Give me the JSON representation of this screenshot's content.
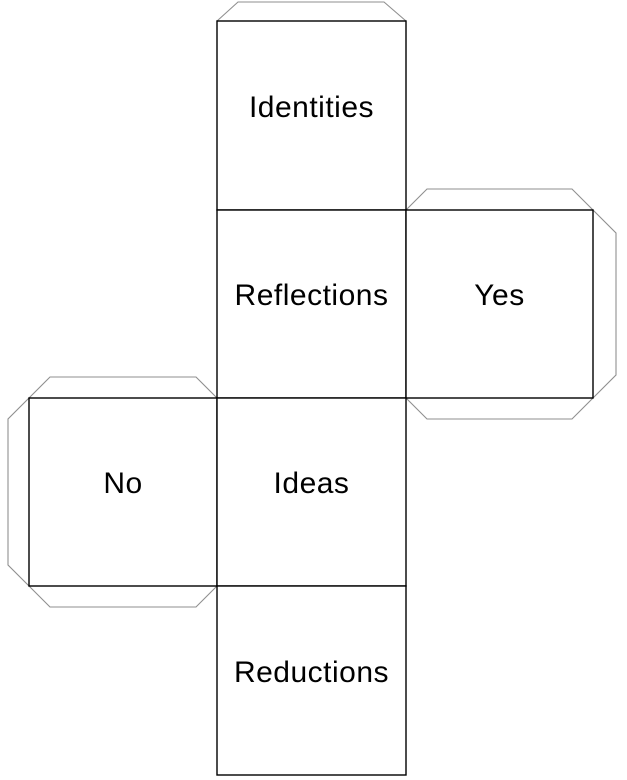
{
  "diagram": {
    "kind": "cube-net-template",
    "faces": [
      {
        "key": "identities",
        "label": "Identities"
      },
      {
        "key": "reflections",
        "label": "Reflections"
      },
      {
        "key": "yes",
        "label": "Yes"
      },
      {
        "key": "no",
        "label": "No"
      },
      {
        "key": "ideas",
        "label": "Ideas"
      },
      {
        "key": "reductions",
        "label": "Reductions"
      }
    ],
    "colors": {
      "face_outline": "#000000",
      "glue_tab_outline": "#8f8f8f",
      "background": "#ffffff",
      "label_text": "#000000"
    }
  }
}
